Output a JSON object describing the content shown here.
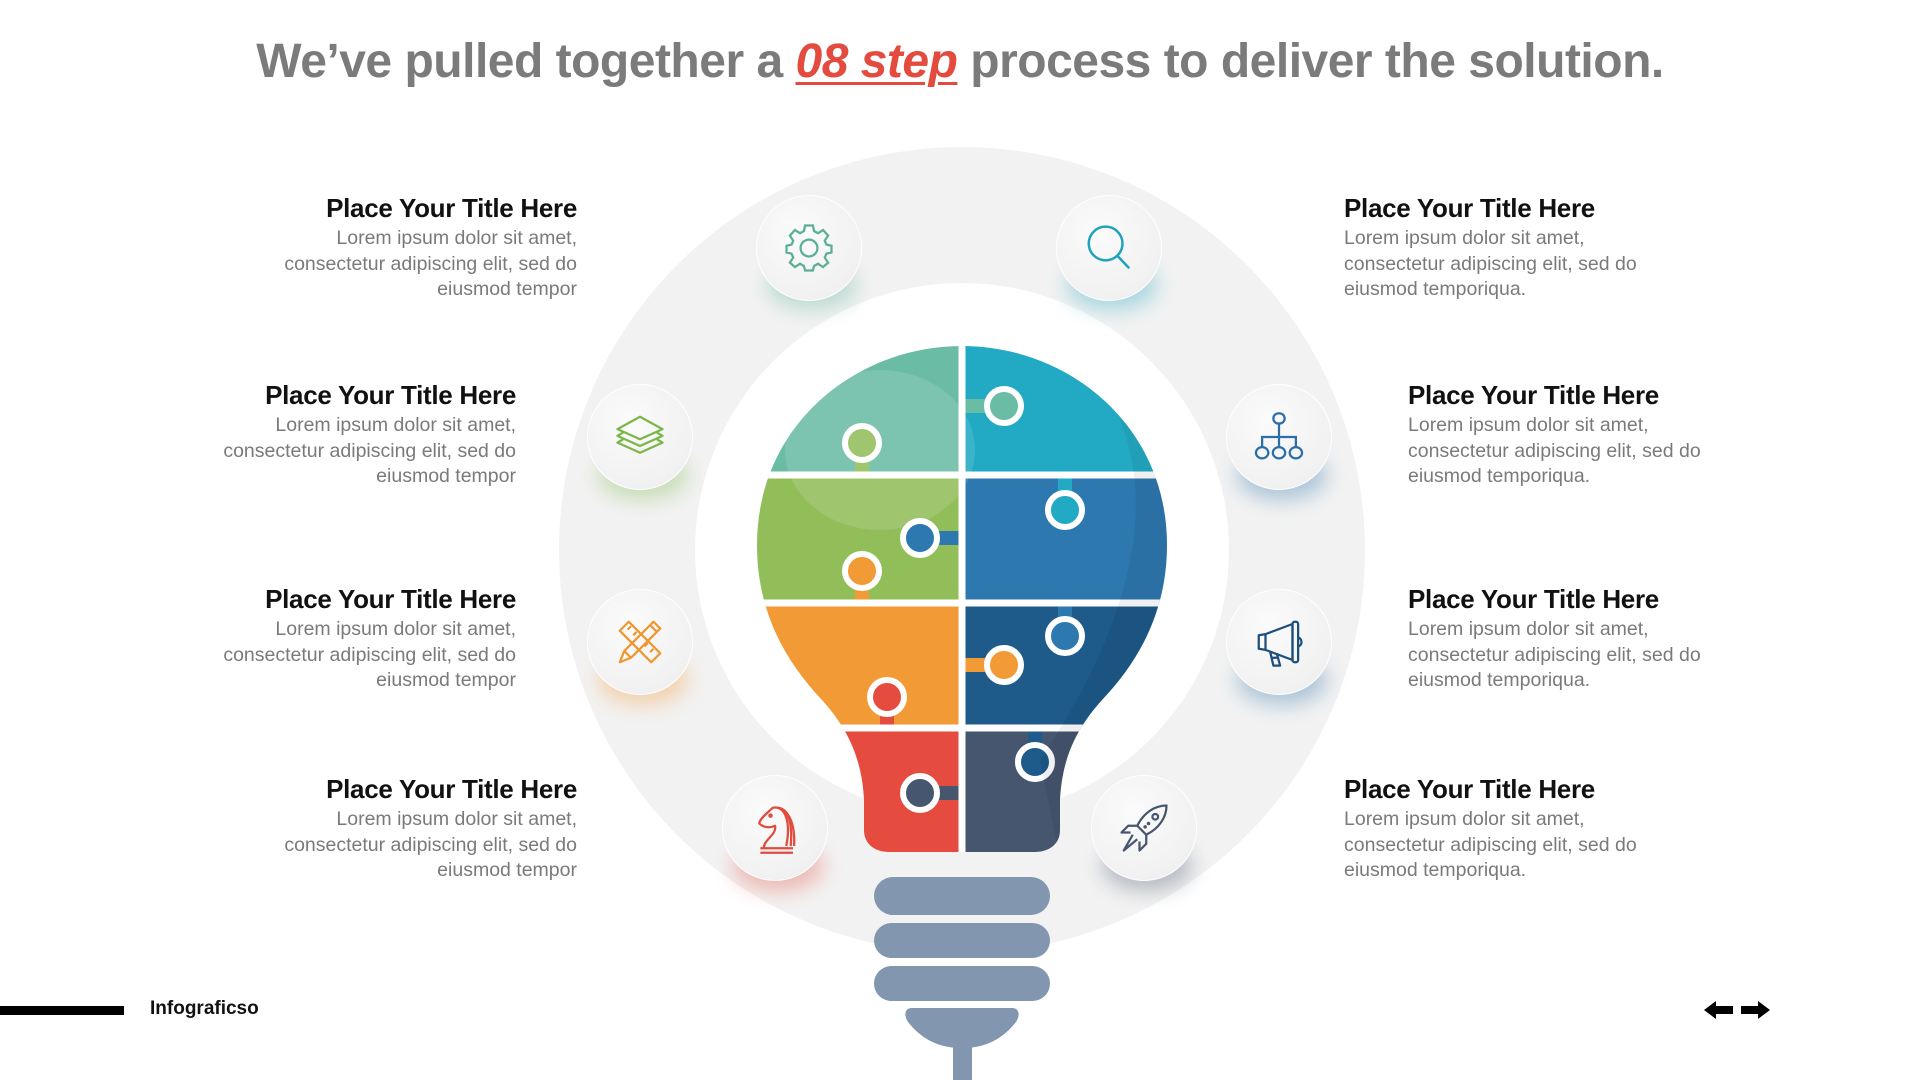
{
  "headline": {
    "prefix": "We’ve pulled together a ",
    "accent": "08 step",
    "suffix": " process to deliver the solution.",
    "accent_color": "#e24b3e"
  },
  "steps": [
    {
      "side": "left",
      "title": "Place Your Title Here",
      "body": [
        "Lorem ipsum dolor sit amet,",
        "consectetur adipiscing elit, sed do",
        "eiusmod tempor"
      ],
      "icon": "gear-icon",
      "color": "#5aaf97"
    },
    {
      "side": "left",
      "title": "Place Your Title Here",
      "body": [
        "Lorem ipsum dolor sit amet,",
        "consectetur adipiscing elit, sed do",
        "eiusmod tempor"
      ],
      "icon": "layers-icon",
      "color": "#7ab648"
    },
    {
      "side": "left",
      "title": "Place Your Title Here",
      "body": [
        "Lorem ipsum dolor sit amet,",
        "consectetur adipiscing elit, sed do",
        "eiusmod tempor"
      ],
      "icon": "pencil-ruler-icon",
      "color": "#f0962f"
    },
    {
      "side": "left",
      "title": "Place Your Title Here",
      "body": [
        "Lorem ipsum dolor sit amet,",
        "consectetur adipiscing elit, sed do",
        "eiusmod tempor"
      ],
      "icon": "chess-knight-icon",
      "color": "#e24b3e"
    },
    {
      "side": "right",
      "title": "Place Your Title Here",
      "body": [
        "Lorem ipsum dolor sit amet,",
        "consectetur adipiscing elit, sed do",
        "eiusmod temporiqua."
      ],
      "icon": "search-icon",
      "color": "#1ea3bf"
    },
    {
      "side": "right",
      "title": "Place Your Title Here",
      "body": [
        "Lorem ipsum dolor sit amet,",
        "consectetur adipiscing elit, sed do",
        "eiusmod temporiqua."
      ],
      "icon": "hierarchy-icon",
      "color": "#2c6fa8"
    },
    {
      "side": "right",
      "title": "Place Your Title Here",
      "body": [
        "Lorem ipsum dolor sit amet,",
        "consectetur adipiscing elit, sed do",
        "eiusmod temporiqua."
      ],
      "icon": "megaphone-icon",
      "color": "#1d4f7c"
    },
    {
      "side": "right",
      "title": "Place Your Title Here",
      "body": [
        "Lorem ipsum dolor sit amet,",
        "consectetur adipiscing elit, sed do",
        "eiusmod temporiqua."
      ],
      "icon": "rocket-icon",
      "color": "#46566f"
    }
  ],
  "bulb": {
    "pieces": {
      "top_left": "#6bbca5",
      "top_right": "#22a9c3",
      "mid_left": "#92be5a",
      "mid_right": "#2e78b0",
      "low_left": "#f29a36",
      "low_right": "#1e5a8a",
      "neck_left": "#e64b3f",
      "neck_right": "#46566f"
    },
    "base_color": "#8296b0"
  },
  "footer": {
    "brand": "Infograficso",
    "prev_icon": "arrow-left-icon",
    "next_icon": "arrow-right-icon"
  }
}
